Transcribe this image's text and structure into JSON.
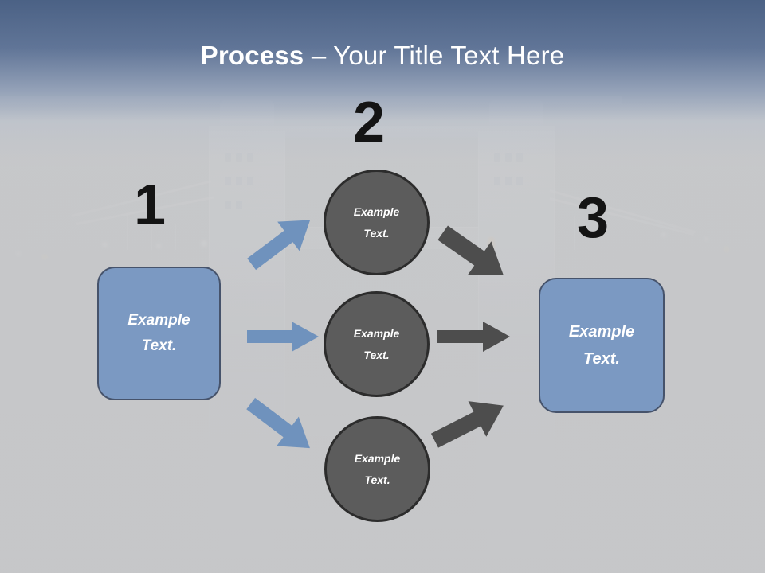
{
  "slide": {
    "title_bold": "Process",
    "title_rest": " – Your Title Text Here",
    "background_image": "tower-bridge-night-faded",
    "colors": {
      "title_text": "#ffffff",
      "header_gradient_top": "#48608a",
      "slide_background": "#c6c7c9",
      "box_fill": "#7b99c2",
      "box_border": "#46536b",
      "circle_fill": "#5c5c5c",
      "circle_border": "#2c2c2c",
      "arrow_blue": "#6f92bd",
      "arrow_gray": "#4d4d4d",
      "step_number": "#141414"
    }
  },
  "steps": [
    {
      "number": "1",
      "label": "step-number-1"
    },
    {
      "number": "2",
      "label": "step-number-2"
    },
    {
      "number": "3",
      "label": "step-number-3"
    }
  ],
  "boxes": {
    "left": {
      "line1": "Example",
      "line2": "Text."
    },
    "right": {
      "line1": "Example",
      "line2": "Text."
    }
  },
  "circles": [
    {
      "line1": "Example",
      "line2": "Text."
    },
    {
      "line1": "Example",
      "line2": "Text."
    },
    {
      "line1": "Example",
      "line2": "Text."
    }
  ],
  "arrows": [
    {
      "name": "blue-arrow-up-right",
      "color": "#6f92bd",
      "direction": "up-right"
    },
    {
      "name": "blue-arrow-right",
      "color": "#6f92bd",
      "direction": "right"
    },
    {
      "name": "blue-arrow-down-right",
      "color": "#6f92bd",
      "direction": "down-right"
    },
    {
      "name": "gray-arrow-down-right",
      "color": "#4d4d4d",
      "direction": "down-right"
    },
    {
      "name": "gray-arrow-right",
      "color": "#4d4d4d",
      "direction": "right"
    },
    {
      "name": "gray-arrow-up-right",
      "color": "#4d4d4d",
      "direction": "up-right"
    }
  ]
}
